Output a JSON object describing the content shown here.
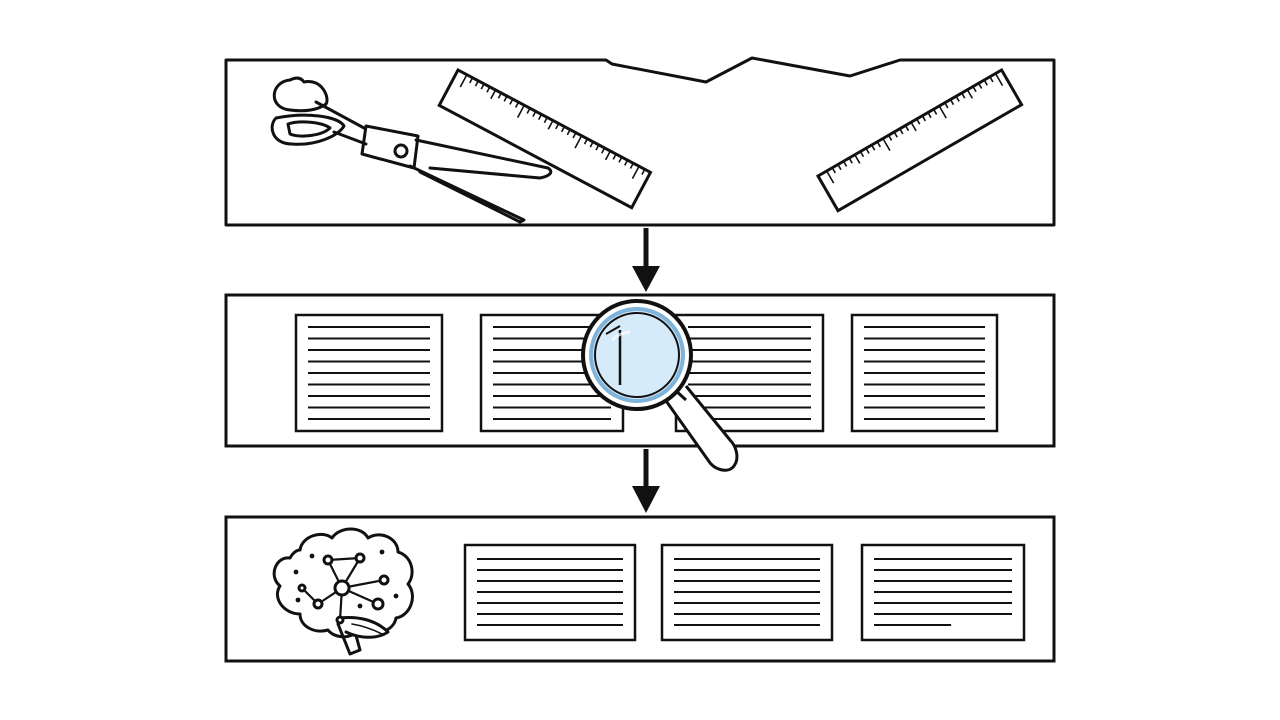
{
  "diagram": {
    "stages": [
      {
        "name": "tools-stage",
        "icons": [
          "scissors-icon",
          "ruler-icon",
          "ruler-icon"
        ]
      },
      {
        "name": "document-inspection-stage",
        "documents": 4,
        "icons": [
          "magnifying-glass-icon"
        ]
      },
      {
        "name": "brain-output-stage",
        "documents": 3,
        "icons": [
          "brain-network-icon"
        ]
      }
    ],
    "connectors": [
      "down-arrow",
      "down-arrow"
    ],
    "colors": {
      "ink": "#111111",
      "paper": "#ffffff",
      "lens": "#cfe6f7",
      "lens_rim": "#7fb3d9"
    }
  }
}
